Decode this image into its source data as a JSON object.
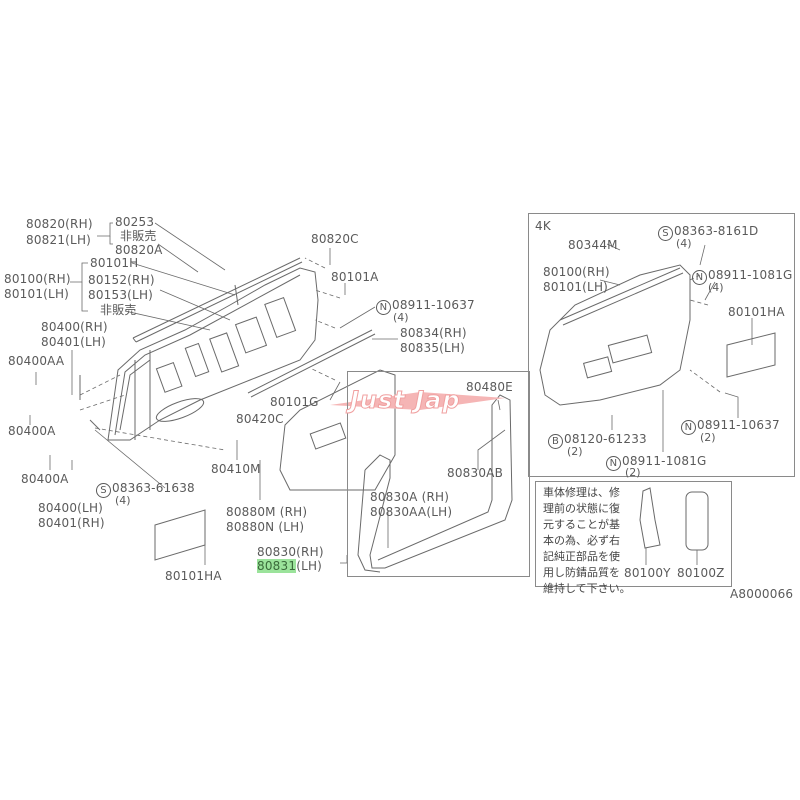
{
  "diagram": {
    "title": "Door Shell & Hinge Parts Diagram",
    "ref_code": "A8000066",
    "highlight_color": "#9be39b",
    "watermark": "Just Jap",
    "watermark_color": "#f08c8c",
    "main_labels": {
      "l80820": "80820(RH)",
      "l80821": "80821(LH)",
      "l80253": "80253",
      "l_hanbai1": "非販売",
      "l80820A": "80820A",
      "l80101H": "80101H",
      "l80100": "80100(RH)",
      "l80101": "80101(LH)",
      "l80152": "80152(RH)",
      "l80153": "80153(LH)",
      "l_hanbai2": "非販売",
      "l80400rh": "80400(RH)",
      "l80401lh": "80401(LH)",
      "l80400AA": "80400AA",
      "l80400A_1": "80400A",
      "l80400A_2": "80400A",
      "l80400lh": "80400(LH)",
      "l80401rh": "80401(RH)",
      "l08363_61638": "08363-61638",
      "q08363_61638": "(4)",
      "l80820C": "80820C",
      "l80101A": "80101A",
      "l08911_10637": "08911-10637",
      "q08911_10637": "(4)",
      "l80834": "80834(RH)",
      "l80835": "80835(LH)",
      "l80101G": "80101G",
      "l80420C": "80420C",
      "l80410M": "80410M",
      "l80880M": "80880M (RH)",
      "l80880N": "80880N (LH)",
      "l80101HA": "80101HA",
      "l80830": "80830(RH)",
      "l80831_num": "80831",
      "l80831_side": "(LH)"
    },
    "seal_box": {
      "l80480E": "80480E",
      "l80830AB": "80830AB",
      "l80830A": "80830A  (RH)",
      "l80830AA": "80830AA(LH)"
    },
    "variant_box": {
      "title": "4K",
      "l80344M": "80344M",
      "l08363_8161D": "08363-8161D",
      "q08363_8161D": "(4)",
      "l80100": "80100(RH)",
      "l80101": "80101(LH)",
      "l08911_1081G_a": "08911-1081G",
      "q08911_1081G_a": "(4)",
      "l80101HA": "80101HA",
      "l08911_10637": "08911-10637",
      "q08911_10637": "(2)",
      "l08120_61233": "08120-61233",
      "q08120_61233": "(2)",
      "l08911_1081G_b": "08911-1081G",
      "q08911_1081G_b": "(2)"
    },
    "note_box": {
      "text": "車体修理は、修\n理前の状態に復\n元することが基\n本の為、必ず右\n記純正部品を使\n用し防錆品質を\n維持して下さい。",
      "l80100Y": "80100Y",
      "l80100Z": "80100Z"
    },
    "symbols": {
      "S": "S",
      "N": "N",
      "B": "B"
    }
  }
}
